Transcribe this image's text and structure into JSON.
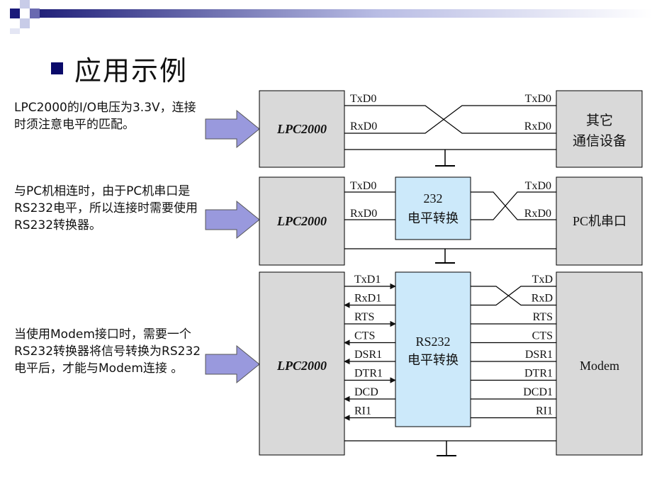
{
  "title": "应用示例",
  "notes": {
    "n1": "LPC2000的I/O电压为3.3V，连接时须注意电平的匹配。",
    "n2": "与PC机相连时，由于PC机串口是RS232电平，所以连接时需要使用RS232转换器。",
    "n3": "当使用Modem接口时，需要一个RS232转换器将信号转换为RS232电平后，才能与Modem连接 。"
  },
  "diagram1": {
    "mcu": "LPC2000",
    "sig_tx": "TxD0",
    "sig_rx": "RxD0",
    "dev_line1": "其它",
    "dev_line2": "通信设备"
  },
  "diagram2": {
    "mcu": "LPC2000",
    "sig_tx": "TxD0",
    "sig_rx": "RxD0",
    "conv_line1": "232",
    "conv_line2": "电平转换",
    "dev": "PC机串口"
  },
  "diagram3": {
    "mcu": "LPC2000",
    "left_signals": [
      "TxD1",
      "RxD1",
      "RTS",
      "CTS",
      "DSR1",
      "DTR1",
      "DCD",
      "RI1"
    ],
    "right_signals": [
      "TxD",
      "RxD",
      "RTS",
      "CTS",
      "DSR1",
      "DTR1",
      "DCD1",
      "RI1"
    ],
    "conv_line1": "RS232",
    "conv_line2": "电平转换",
    "dev": "Modem"
  },
  "colors": {
    "box_fill": "#d9d9d9",
    "converter_fill": "#cce9fa",
    "arrow_fill": "#9999dd",
    "bullet": "#0a0a6a"
  }
}
